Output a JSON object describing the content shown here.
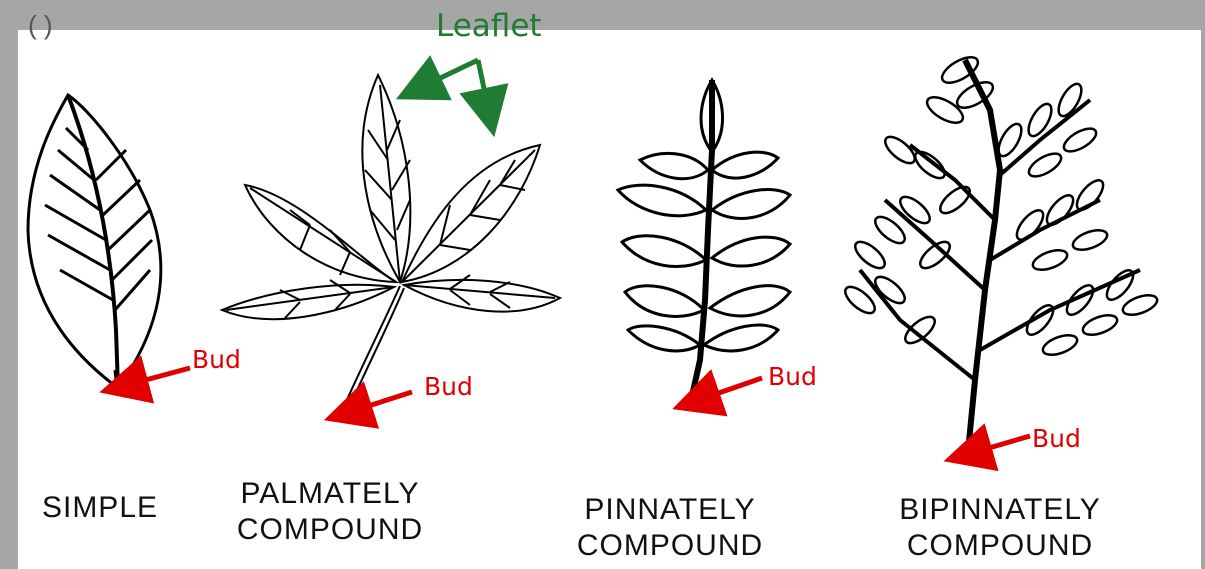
{
  "corner_mark": "( )",
  "leaflet_label": "Leaflet",
  "bud_label": "Bud",
  "leaves": [
    {
      "name": "simple",
      "caption_line1": "SIMPLE",
      "caption_line2": ""
    },
    {
      "name": "palmately-compound",
      "caption_line1": "PALMATELY",
      "caption_line2": "COMPOUND"
    },
    {
      "name": "pinnately-compound",
      "caption_line1": "PINNATELY",
      "caption_line2": "COMPOUND"
    },
    {
      "name": "bipinnately-compound",
      "caption_line1": "BIPINNATELY",
      "caption_line2": "COMPOUND"
    }
  ],
  "colors": {
    "bud_arrow": "#e00000",
    "leaflet_arrow": "#1e7d32",
    "frame": "#a6a6a6",
    "ink": "#000000"
  }
}
